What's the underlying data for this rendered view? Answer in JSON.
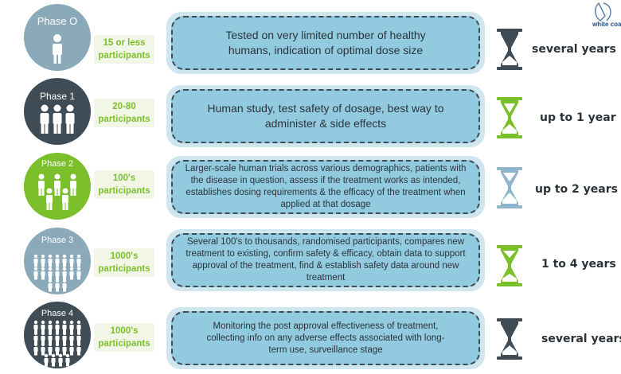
{
  "logo": {
    "text": "white coa"
  },
  "phases": [
    {
      "label": "Phase O",
      "participants_line1": "15 or less",
      "participants_line2": "participants",
      "description": "Tested on very limited number of healthy humans, indication of optimal dose size",
      "duration": "several years",
      "circle_color": "#8aaab9",
      "hourglass": "dark"
    },
    {
      "label": "Phase 1",
      "participants_line1": "20-80",
      "participants_line2": "participants",
      "description": "Human study, test safety of dosage, best way to administer & side effects",
      "duration": "up to 1 year",
      "circle_color": "#3f4c55",
      "hourglass": "green"
    },
    {
      "label": "Phase 2",
      "participants_line1": "100's",
      "participants_line2": "participants",
      "description": "Larger-scale human trials across various demographics, patients with the disease in question, assess if the treatment works as intended, establishes dosing requirements & the efficacy of the treatment when applied at that dosage",
      "duration": "up to 2 years",
      "circle_color": "#7bbf2a",
      "hourglass": "blue"
    },
    {
      "label": "Phase 3",
      "participants_line1": "1000's",
      "participants_line2": "participants",
      "description": "Several 100's to thousands, randomised participants, compares new treatment to existing, confirm safety & efficacy, obtain data to support approval of the treatment, find & establish safety data around new treatment",
      "duration": "1 to 4 years",
      "circle_color": "#8aaab9",
      "hourglass": "green"
    },
    {
      "label": "Phase 4",
      "participants_line1": "1000's",
      "participants_line2": "participants",
      "description": "Monitoring the post approval effectiveness of treatment, collecting info on any adverse effects associated with long-term use, surveillance stage",
      "duration": "several years",
      "circle_color": "#3f4c55",
      "hourglass": "dark"
    }
  ],
  "colors": {
    "dark": "#3f4c55",
    "green": "#7bbf2a",
    "blue_box": "#92cbe0",
    "slate": "#8aaab9"
  }
}
